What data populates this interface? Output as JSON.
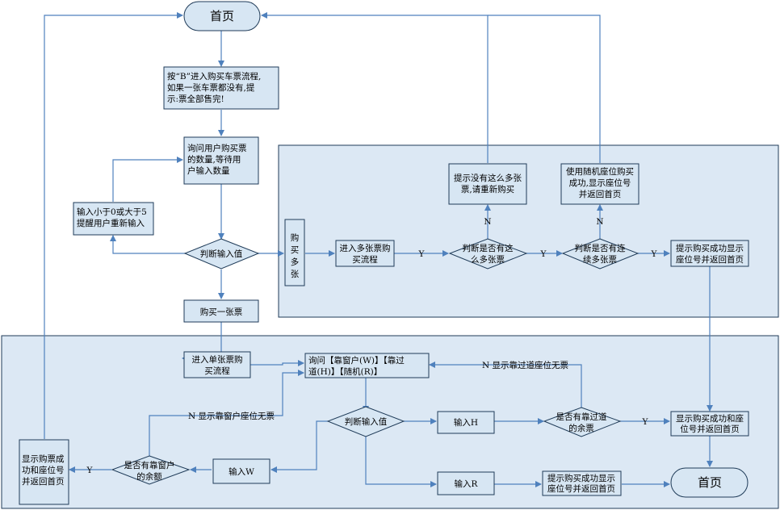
{
  "nodes": {
    "home_top": "首页",
    "press_b": [
      "按“B”进入购买车票流程,",
      "如果一张车票都没有,提",
      "示:票全部售完!"
    ],
    "ask_qty": [
      "询问用户购买票",
      "的数量,等待用",
      "户输入数量"
    ],
    "invalid_input": [
      "输入小于0或大于5",
      "提醒用户重新输入"
    ],
    "judge_input": "判断输入值",
    "buy_one": "购买一张票",
    "buy_many": [
      "购",
      "买",
      "多",
      "张"
    ],
    "enter_multi": [
      "进入多张票购",
      "买流程"
    ],
    "check_enough": [
      "判断是否有这",
      "么多张票"
    ],
    "not_enough": [
      "提示没有这么多张",
      "票,请重新购买"
    ],
    "check_consecutive": [
      "判断是否有连",
      "续多张票"
    ],
    "random_seat": [
      "使用随机座位购买",
      "成功,显示座位号",
      "并返回首页"
    ],
    "show_multi_success": [
      "提示购买成功显示",
      "座位号并返回首页"
    ],
    "enter_single": [
      "进入单张票购",
      "买流程"
    ],
    "ask_seat_type": [
      "询问【靠窗户(W)】【靠过",
      "道(H)】【随机(R)】"
    ],
    "judge_input2": "判断输入值",
    "input_h": "输入H",
    "check_aisle": [
      "是否有靠过道",
      "的余票"
    ],
    "show_aisle_success": [
      "显示购买成功和座",
      "位号并返回首页"
    ],
    "input_w": "输入W",
    "check_window": [
      "是否有靠窗户",
      "的余额"
    ],
    "show_ticket_success": [
      "显示购票成",
      "功和座位号",
      "并返回首页"
    ],
    "input_r": "输入R",
    "random_success": [
      "提示购买成功显示",
      "座位号并返回首页"
    ],
    "home_bottom": "首页"
  },
  "labels": {
    "y": "Y",
    "n": "N",
    "no_aisle": "N 显示靠过道座位无票",
    "no_window": "N 显示靠窗户座位无票"
  },
  "colors": {
    "box_fill": "#d7e6f3",
    "region_fill": "#dce8f4",
    "border": "#1f3b58",
    "arrow": "#4f81bd"
  }
}
